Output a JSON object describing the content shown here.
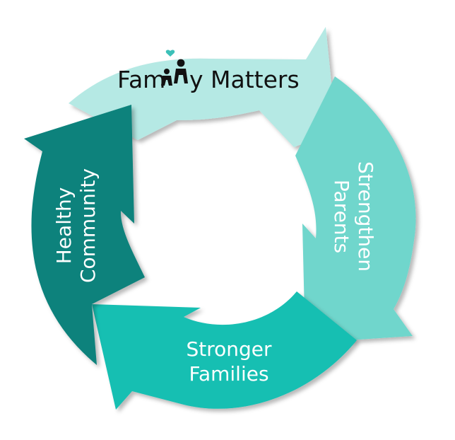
{
  "logo": {
    "text_left": "Fam",
    "text_right": "y Matters",
    "icon": "parent-child-figures-icon",
    "heart_icon": "heart-icon",
    "figure_color": "#111111",
    "heart_color": "#3cc0b8"
  },
  "cycle": {
    "segments": [
      {
        "id": "top",
        "label_lines": [],
        "color": "#b5e9e4"
      },
      {
        "id": "right",
        "label_lines": [
          "Strengthen",
          "Parents"
        ],
        "color": "#6fd6cc"
      },
      {
        "id": "bottom",
        "label_lines": [
          "Stronger",
          "Families"
        ],
        "color": "#14bfb2"
      },
      {
        "id": "left",
        "label_lines": [
          "Healthy",
          "Community"
        ],
        "color": "#0e827c"
      }
    ]
  }
}
